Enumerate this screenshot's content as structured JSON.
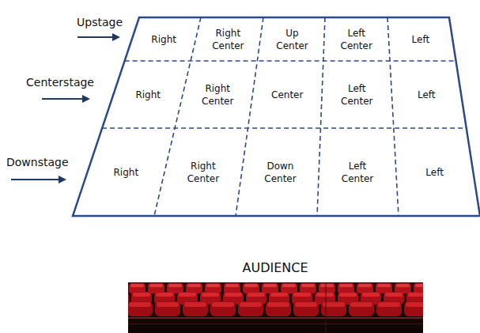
{
  "diagram": {
    "nodes": [
      {
        "text": [
          "Right"
        ]
      },
      {
        "text": [
          "Right Center"
        ]
      },
      {
        "text": [
          "Up Center"
        ]
      },
      {
        "text": [
          "Left Center"
        ]
      },
      {
        "text": [
          "Left"
        ]
      },
      {
        "text": [
          "Right"
        ]
      },
      {
        "text": [
          "Right Center"
        ]
      },
      {
        "text": [
          "Center"
        ]
      },
      {
        "text": [
          "Left Center"
        ]
      },
      {
        "text": [
          "Left"
        ]
      },
      {
        "text": [
          "Right"
        ]
      },
      {
        "text": [
          "Right Center"
        ]
      },
      {
        "text": [
          "Down Center"
        ]
      },
      {
        "text": [
          "Left Center"
        ]
      },
      {
        "text": [
          "Left"
        ]
      }
    ],
    "labels": [
      "Upstage",
      "Centerstage",
      "Downstage",
      "AUDIENCE"
    ]
  }
}
